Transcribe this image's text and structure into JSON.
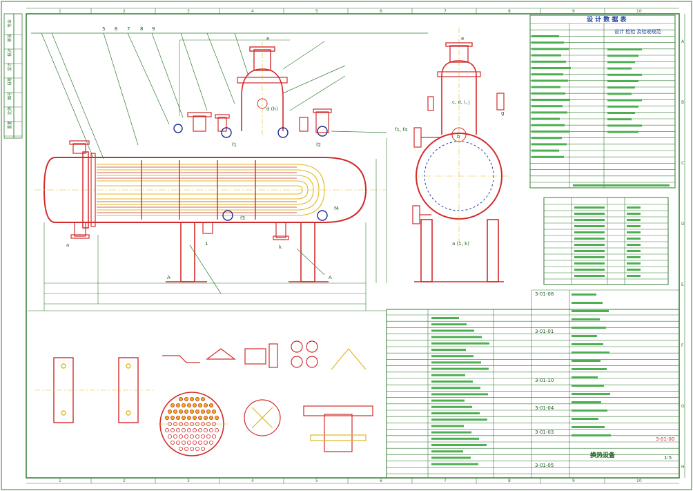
{
  "drawing": {
    "zone_numbers_top": [
      "1",
      "2",
      "3",
      "4",
      "5",
      "6",
      "7",
      "8",
      "9",
      "10"
    ],
    "zone_numbers_bottom": [
      "1",
      "2",
      "3",
      "4",
      "5",
      "6",
      "7",
      "8",
      "9",
      "10"
    ],
    "zone_letters_right": [
      "A",
      "B",
      "C",
      "D",
      "E",
      "F",
      "G",
      "H"
    ],
    "left_stamp_labels": [
      "专业",
      "审核",
      "校对",
      "设计",
      "日期",
      "图号",
      "比例",
      "重量"
    ],
    "title_block": {
      "main_title": "设 计 数 据 表",
      "sub_title": "设计 检验 及验收规范",
      "drawing_name": "换热设备",
      "sheet_code": "3-01-00",
      "scale": "1:5"
    },
    "nozzle_labels": {
      "top_callouts": [
        "5",
        "6",
        "7",
        "8",
        "9"
      ],
      "top_nozzle": "e",
      "side_nozzle_h": "d (h)",
      "f_labels": [
        "f1",
        "f2",
        "f3",
        "f4"
      ],
      "bottom_a": "a",
      "bottom_b": "b",
      "bottom_1": "1",
      "bottom_k": "k",
      "section_view_top": "e",
      "section_view_cd": "c, d, i, j",
      "section_view_fl": "f1, f4",
      "section_view_bottom": "a (1, k)",
      "side_letter_b": "b",
      "side_letter_g": "g",
      "section_mark": "A"
    },
    "parts_rows": [
      "3-01-08",
      "3-01-01",
      "3-01-10",
      "3-01-04",
      "3-01-03",
      "3-01-05"
    ]
  }
}
